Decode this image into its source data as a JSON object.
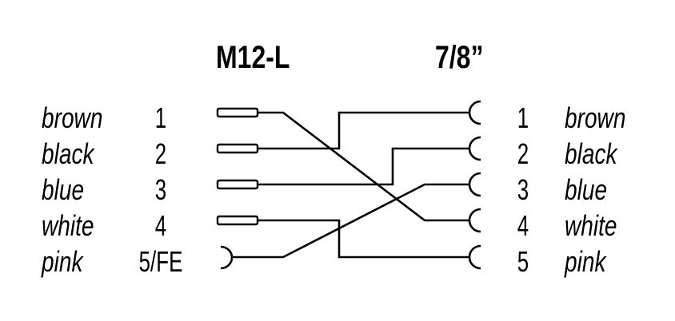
{
  "left_connector": {
    "title": "M12-L",
    "pins": [
      {
        "number": "1",
        "color": "brown",
        "contact": "pin"
      },
      {
        "number": "2",
        "color": "black",
        "contact": "pin"
      },
      {
        "number": "3",
        "color": "blue",
        "contact": "pin"
      },
      {
        "number": "4",
        "color": "white",
        "contact": "pin"
      },
      {
        "number": "5/FE",
        "color": "pink",
        "contact": "socket"
      }
    ]
  },
  "right_connector": {
    "title": "7/8”",
    "pins": [
      {
        "number": "1",
        "color": "brown",
        "contact": "socket"
      },
      {
        "number": "2",
        "color": "black",
        "contact": "socket"
      },
      {
        "number": "3",
        "color": "blue",
        "contact": "socket"
      },
      {
        "number": "4",
        "color": "white",
        "contact": "socket"
      },
      {
        "number": "5",
        "color": "pink",
        "contact": "socket"
      }
    ]
  },
  "wiring": [
    {
      "from_left": "1",
      "to_right": "4"
    },
    {
      "from_left": "2",
      "to_right": "1"
    },
    {
      "from_left": "3",
      "to_right": "2"
    },
    {
      "from_left": "4",
      "to_right": "5"
    },
    {
      "from_left": "5/FE",
      "to_right": "3"
    }
  ]
}
